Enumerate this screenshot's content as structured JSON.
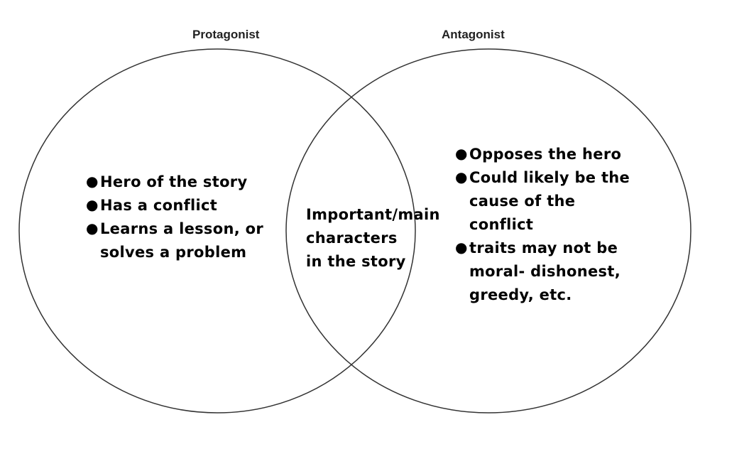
{
  "titles": {
    "left": "Protagonist",
    "right": "Antagonist"
  },
  "colors": {
    "line": "#333333",
    "text": "#000000",
    "title": "#222222"
  },
  "bullet_glyph": "●",
  "protagonist": {
    "items": [
      "Hero of the story",
      "Has a conflict",
      "Learns a lesson, or\nsolves a problem"
    ]
  },
  "overlap": {
    "lines": [
      "Important/main",
      "characters",
      "in the story"
    ]
  },
  "antagonist": {
    "items": [
      "Opposes the hero",
      "Could likely be the\ncause of the\nconflict",
      "traits may not be\nmoral- dishonest,\ngreedy, etc."
    ]
  }
}
